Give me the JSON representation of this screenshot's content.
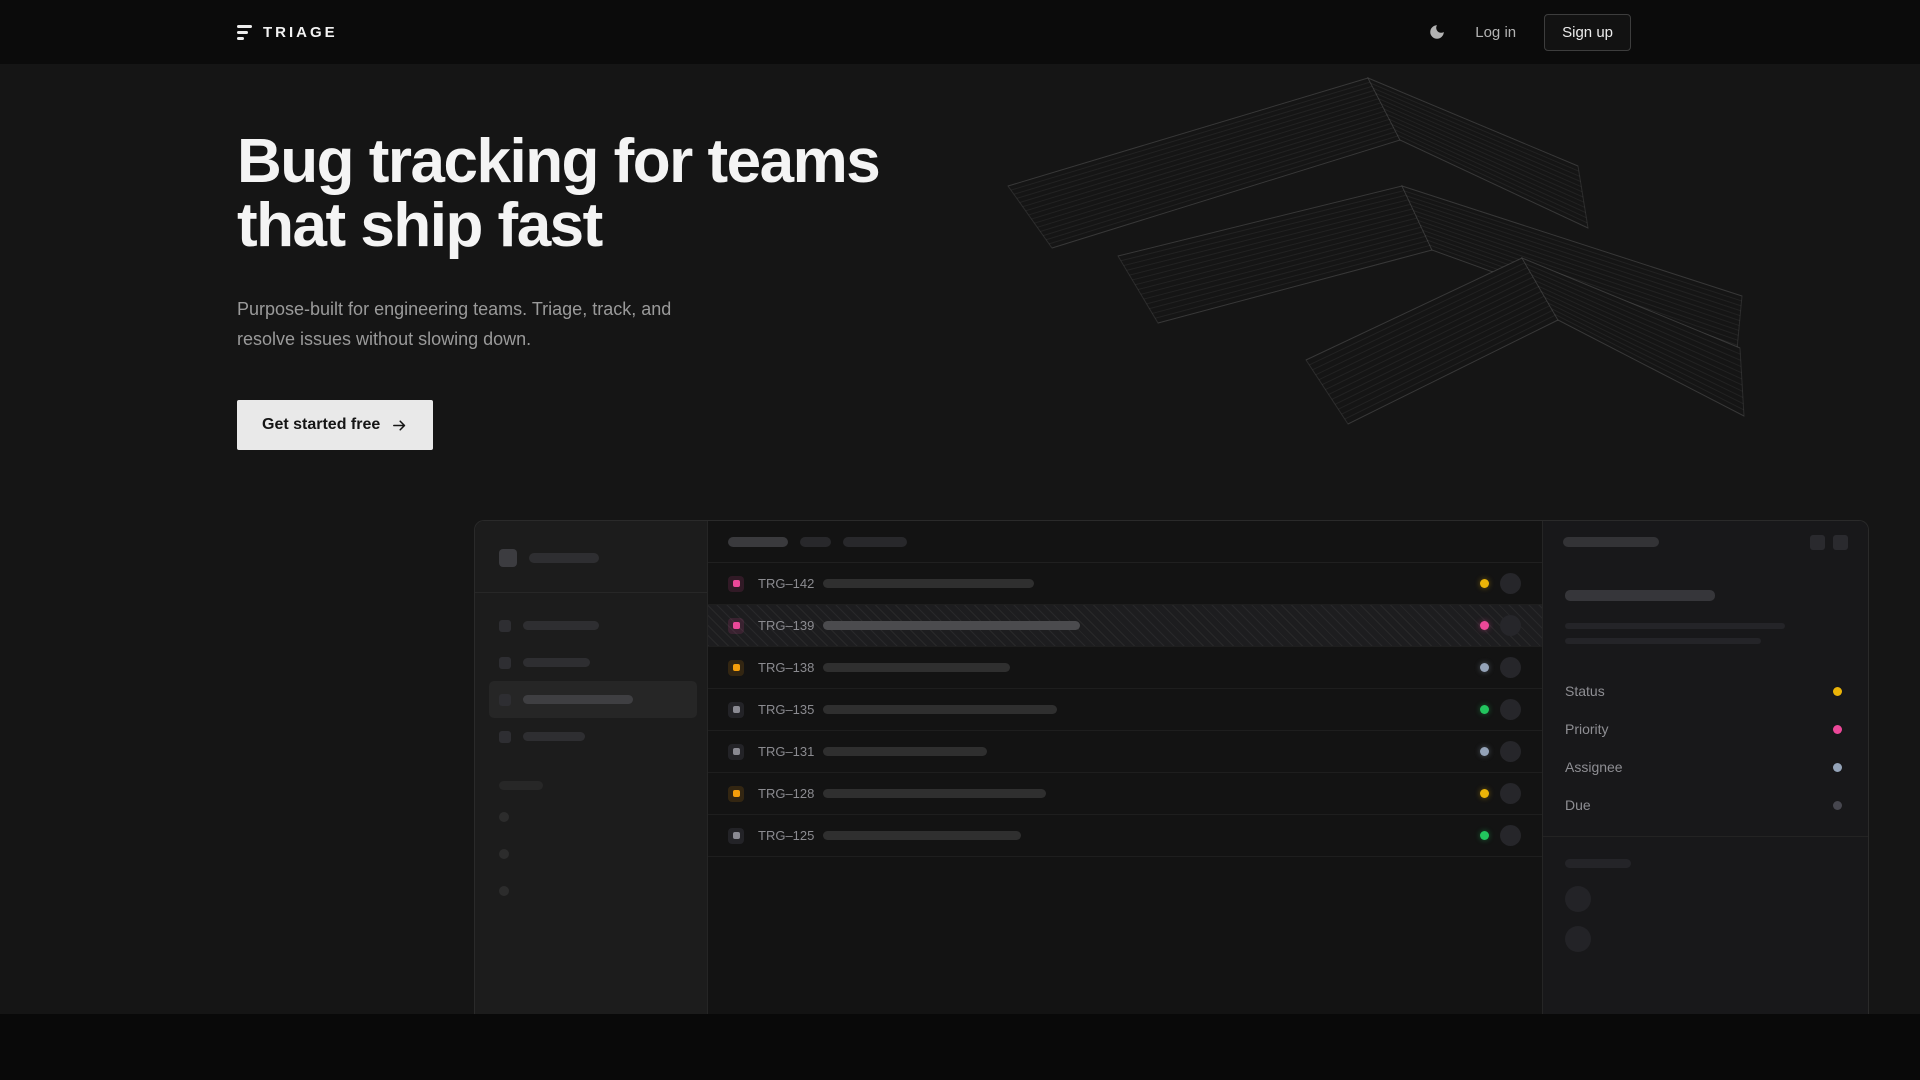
{
  "nav": {
    "brand": "TRIAGE",
    "login_label": "Log in",
    "signup_label": "Sign up"
  },
  "hero": {
    "title_line1": "Bug tracking for teams",
    "title_line2": "that ship fast",
    "subtitle_line1": "Purpose-built for engineering teams. Triage, track, and",
    "subtitle_line2": "resolve issues without slowing down.",
    "cta_label": "Get started free"
  },
  "preview": {
    "issues": [
      {
        "id": "TRG–142",
        "icon_color": "#ec4899",
        "icon_neutral": false,
        "status_color": "#eab308",
        "title_width": 211,
        "highlighted": false
      },
      {
        "id": "TRG–139",
        "icon_color": "#ec4899",
        "icon_neutral": false,
        "status_color": "#ec4899",
        "title_width": 257,
        "highlighted": true
      },
      {
        "id": "TRG–138",
        "icon_color": "#f59e0b",
        "icon_neutral": false,
        "status_color": "#94a3b8",
        "title_width": 187,
        "highlighted": false
      },
      {
        "id": "TRG–135",
        "icon_color": "#8a8a92",
        "icon_neutral": true,
        "status_color": "#22c55e",
        "title_width": 234,
        "highlighted": false
      },
      {
        "id": "TRG–131",
        "icon_color": "#8a8a92",
        "icon_neutral": true,
        "status_color": "#94a3b8",
        "title_width": 164,
        "highlighted": false
      },
      {
        "id": "TRG–128",
        "icon_color": "#f59e0b",
        "icon_neutral": false,
        "status_color": "#eab308",
        "title_width": 223,
        "highlighted": false
      },
      {
        "id": "TRG–125",
        "icon_color": "#8a8a92",
        "icon_neutral": true,
        "status_color": "#22c55e",
        "title_width": 198,
        "highlighted": false
      }
    ],
    "fields": [
      {
        "label": "Status",
        "color": "#eab308"
      },
      {
        "label": "Priority",
        "color": "#ec4899"
      },
      {
        "label": "Assignee",
        "color": "#94a3b8"
      },
      {
        "label": "Due",
        "color": "#46464e"
      }
    ]
  },
  "colors": {
    "accent_pink": "#ec4899",
    "accent_yellow": "#eab308",
    "accent_green": "#22c55e",
    "accent_slate": "#94a3b8",
    "cta_background": "#e9e9e9",
    "page_background": "#151515"
  }
}
